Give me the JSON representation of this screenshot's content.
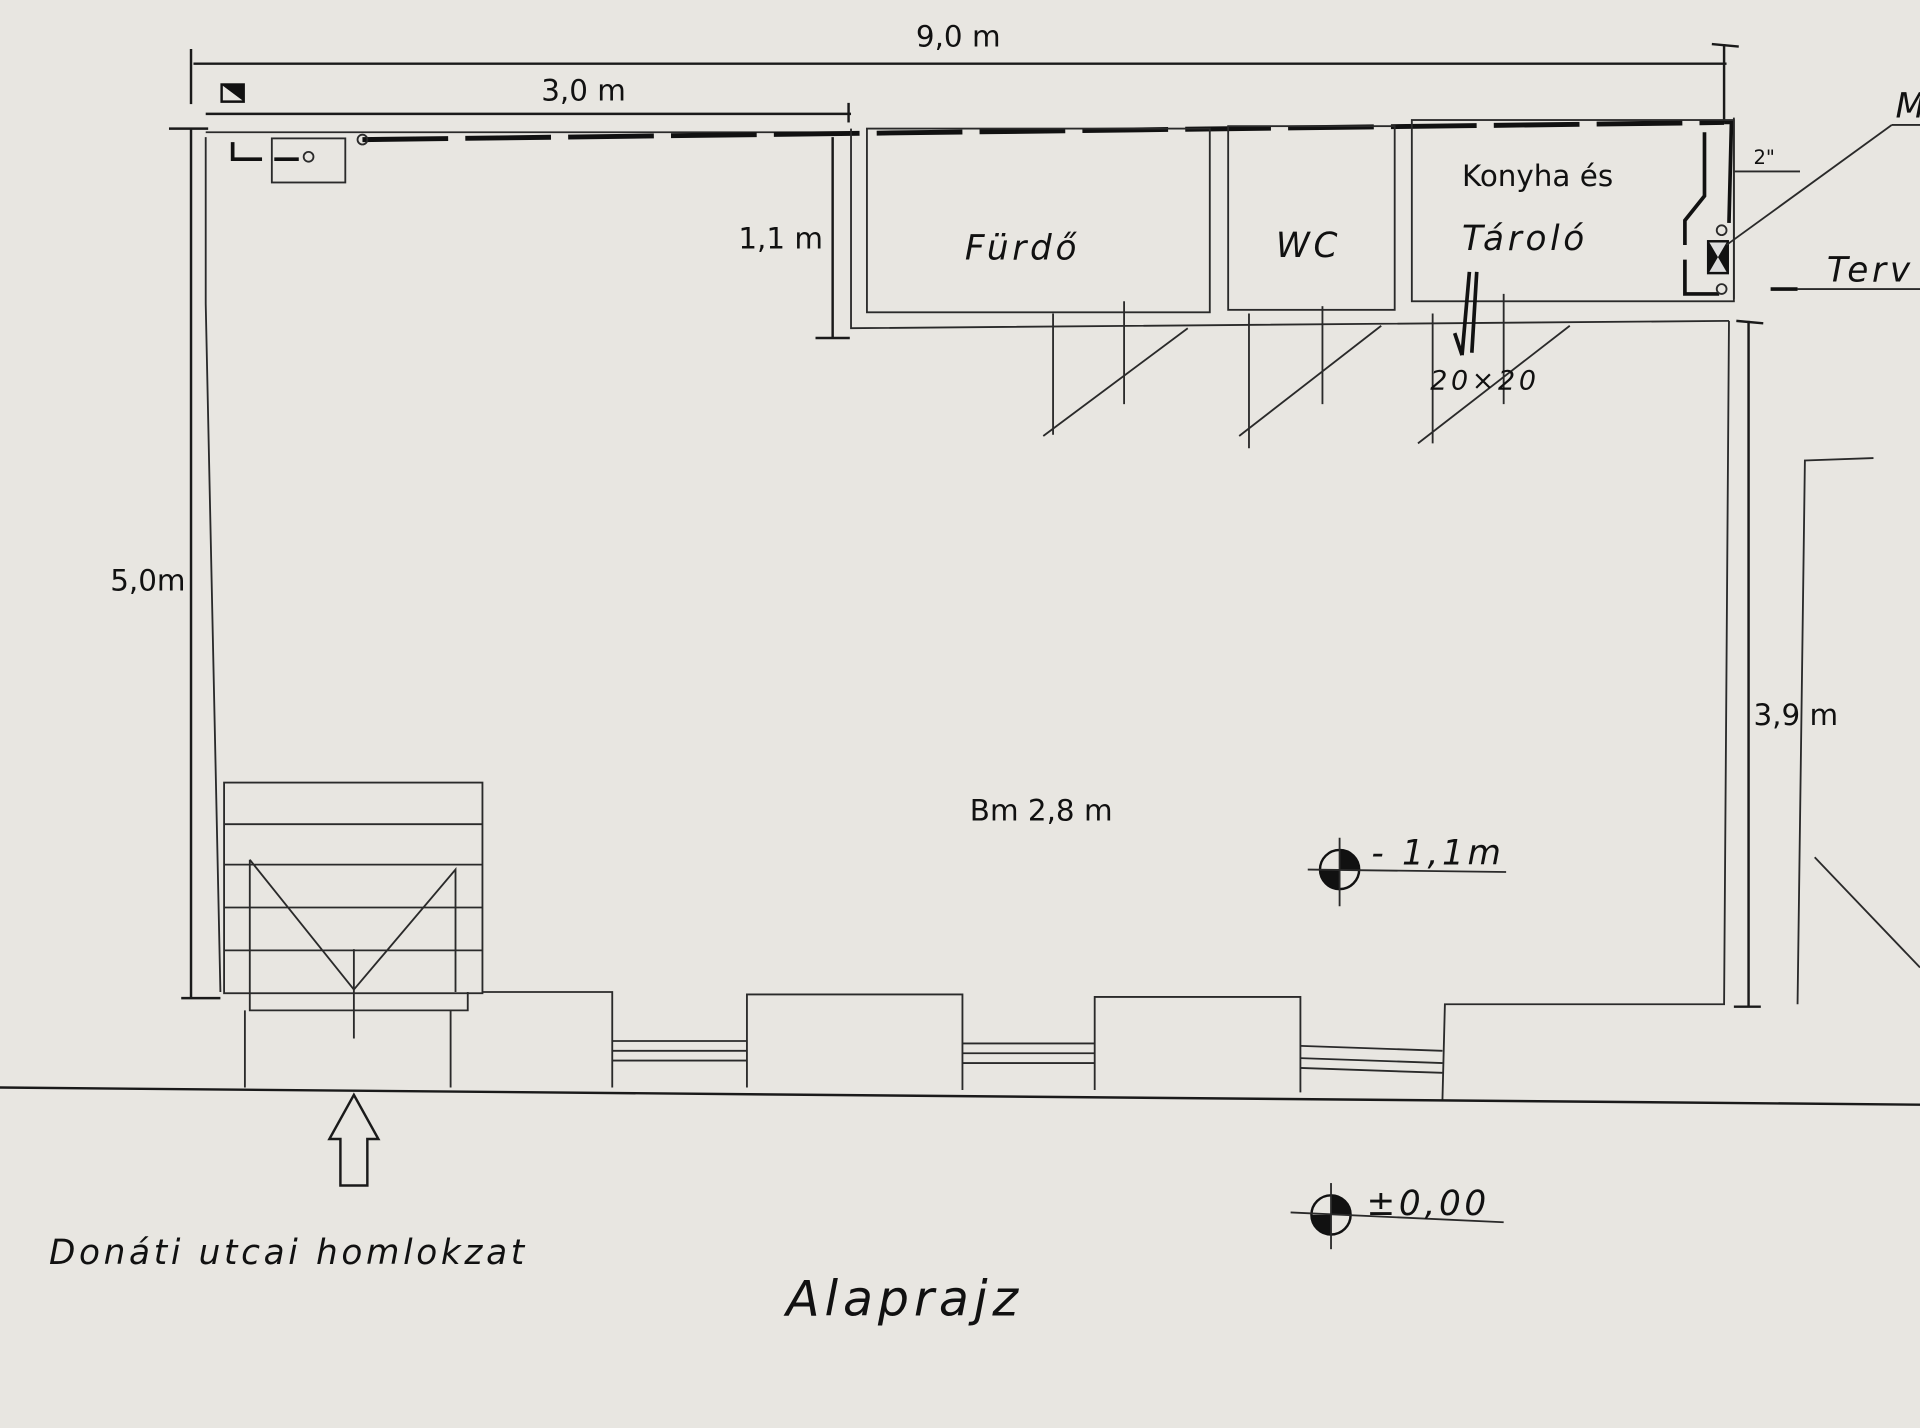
{
  "title": "Alaprajz",
  "facade_label": "Donáti utcai homlokzat",
  "dimensions": {
    "overall_width": "9,0 m",
    "partial_width": "3,0 m",
    "room_depth": "1,1 m",
    "left_height": "5,0m",
    "right_height": "3,9 m",
    "clear_height": "Bm 2,8 m"
  },
  "rooms": {
    "bath": "Fürdő",
    "wc": "WC",
    "kitchen_line1": "Konyha és",
    "kitchen_line2": "Tároló"
  },
  "annotations": {
    "pipe_size": "2\"",
    "meter_label": "M",
    "plan_label": "Terv",
    "vent_size": "20×20"
  },
  "levels": {
    "floor_level": "- 1,1m",
    "street_level": "±0,00"
  },
  "colors": {
    "paper": "#e8e6e1",
    "ink": "#111111"
  }
}
